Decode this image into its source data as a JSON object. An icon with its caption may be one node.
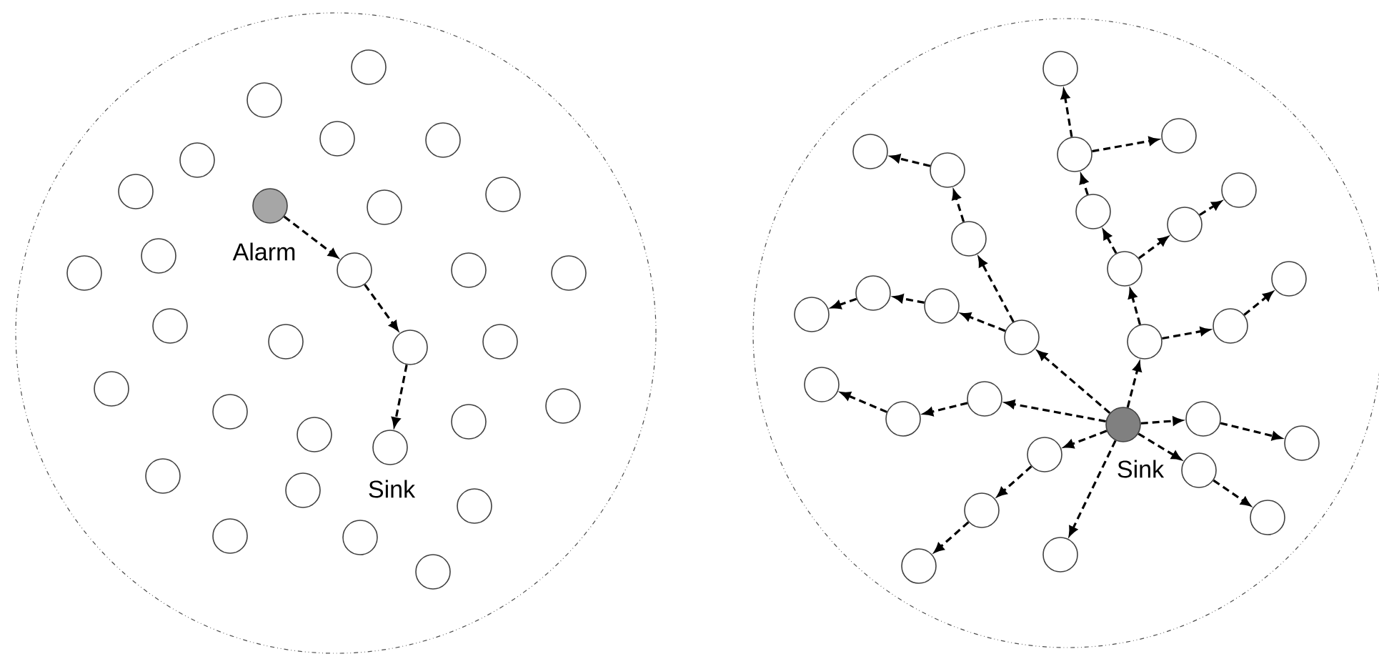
{
  "diagram": {
    "nodes": [
      {
        "text": [],
        "shape": "circle"
      },
      {
        "text": [],
        "shape": "circle",
        "in": 0
      },
      {
        "text": [],
        "shape": "circle",
        "in": 0
      },
      {
        "text": [],
        "shape": "circle",
        "in": 0
      },
      {
        "text": [],
        "shape": "circle",
        "in": 0
      },
      {
        "text": [],
        "shape": "circle",
        "in": 0
      },
      {
        "text": [],
        "shape": "circle",
        "in": 0
      },
      {
        "text": [],
        "shape": "circle",
        "in": 0,
        "beside": [
          "Alarm"
        ]
      },
      {
        "text": [],
        "shape": "circle",
        "in": 0
      },
      {
        "text": [],
        "shape": "circle",
        "in": 0
      },
      {
        "text": [],
        "shape": "circle",
        "in": 0
      },
      {
        "text": [],
        "shape": "circle",
        "in": 0
      },
      {
        "text": [],
        "shape": "circle",
        "in": 0
      },
      {
        "text": [],
        "shape": "circle",
        "in": 0
      },
      {
        "text": [],
        "shape": "circle",
        "in": 0
      },
      {
        "text": [],
        "shape": "circle",
        "in": 0
      },
      {
        "text": [],
        "shape": "circle",
        "in": 0
      },
      {
        "text": [],
        "shape": "circle",
        "in": 0
      },
      {
        "text": [],
        "shape": "circle",
        "in": 0
      },
      {
        "text": [],
        "shape": "circle",
        "in": 0
      },
      {
        "text": [],
        "shape": "circle",
        "in": 0
      },
      {
        "text": [],
        "shape": "circle",
        "in": 0
      },
      {
        "text": [],
        "shape": "circle",
        "in": 0
      },
      {
        "text": [],
        "shape": "circle",
        "in": 0
      },
      {
        "text": [],
        "shape": "circle",
        "in": 0,
        "beside": [
          "Sink"
        ]
      },
      {
        "text": [],
        "shape": "circle",
        "in": 0
      },
      {
        "text": [],
        "shape": "circle",
        "in": 0
      },
      {
        "text": [],
        "shape": "circle",
        "in": 0
      },
      {
        "text": [],
        "shape": "circle",
        "in": 0
      },
      {
        "text": [],
        "shape": "circle",
        "in": 0
      },
      {
        "text": [],
        "shape": "circle",
        "in": 0
      },
      {
        "text": [],
        "shape": "circle"
      },
      {
        "text": [],
        "shape": "circle",
        "in": 31,
        "beside": [
          "Sink"
        ]
      },
      {
        "text": [],
        "shape": "circle",
        "in": 31
      },
      {
        "text": [],
        "shape": "circle",
        "in": 31
      },
      {
        "text": [],
        "shape": "circle",
        "in": 31
      },
      {
        "text": [],
        "shape": "circle",
        "in": 31
      },
      {
        "text": [],
        "shape": "circle",
        "in": 31
      },
      {
        "text": [],
        "shape": "circle",
        "in": 31
      },
      {
        "text": [],
        "shape": "circle",
        "in": 31
      },
      {
        "text": [],
        "shape": "circle",
        "in": 31
      },
      {
        "text": [],
        "shape": "circle",
        "in": 31
      },
      {
        "text": [],
        "shape": "circle",
        "in": 31
      },
      {
        "text": [],
        "shape": "circle",
        "in": 31
      },
      {
        "text": [],
        "shape": "circle",
        "in": 31
      },
      {
        "text": [],
        "shape": "circle",
        "in": 31
      },
      {
        "text": [],
        "shape": "circle",
        "in": 31
      },
      {
        "text": [],
        "shape": "circle",
        "in": 31
      },
      {
        "text": [],
        "shape": "circle",
        "in": 31
      },
      {
        "text": [],
        "shape": "circle",
        "in": 31
      },
      {
        "text": [],
        "shape": "circle",
        "in": 31
      },
      {
        "text": [],
        "shape": "circle",
        "in": 31
      },
      {
        "text": [],
        "shape": "circle",
        "in": 31
      },
      {
        "text": [],
        "shape": "circle",
        "in": 31
      },
      {
        "text": [],
        "shape": "circle",
        "in": 31
      },
      {
        "text": [],
        "shape": "circle",
        "in": 31
      },
      {
        "text": [],
        "shape": "circle",
        "in": 31
      },
      {
        "text": [],
        "shape": "circle",
        "in": 31
      },
      {
        "text": [],
        "shape": "circle",
        "in": 31
      },
      {
        "text": [],
        "shape": "circle",
        "in": 31
      },
      {
        "text": [],
        "shape": "circle",
        "in": 31
      }
    ],
    "edges": [
      {
        "from": 7,
        "to": 12,
        "arrow": "to"
      },
      {
        "from": 12,
        "to": 17,
        "arrow": "to"
      },
      {
        "from": 17,
        "to": 24,
        "arrow": "to"
      },
      {
        "from": 32,
        "to": 47,
        "arrow": "to"
      },
      {
        "from": 47,
        "to": 45,
        "arrow": "to"
      },
      {
        "from": 47,
        "to": 41,
        "arrow": "to"
      },
      {
        "from": 41,
        "to": 37,
        "arrow": "to"
      },
      {
        "from": 37,
        "to": 35,
        "arrow": "to"
      },
      {
        "from": 45,
        "to": 44,
        "arrow": "to"
      },
      {
        "from": 44,
        "to": 46,
        "arrow": "to"
      },
      {
        "from": 32,
        "to": 51,
        "arrow": "to"
      },
      {
        "from": 51,
        "to": 52,
        "arrow": "to"
      },
      {
        "from": 52,
        "to": 50,
        "arrow": "to"
      },
      {
        "from": 32,
        "to": 48,
        "arrow": "to"
      },
      {
        "from": 48,
        "to": 42,
        "arrow": "to"
      },
      {
        "from": 42,
        "to": 39,
        "arrow": "to"
      },
      {
        "from": 39,
        "to": 36,
        "arrow": "to"
      },
      {
        "from": 36,
        "to": 33,
        "arrow": "to"
      },
      {
        "from": 36,
        "to": 34,
        "arrow": "to"
      },
      {
        "from": 42,
        "to": 40,
        "arrow": "to"
      },
      {
        "from": 40,
        "to": 38,
        "arrow": "to"
      },
      {
        "from": 48,
        "to": 49,
        "arrow": "to"
      },
      {
        "from": 49,
        "to": 43,
        "arrow": "to"
      },
      {
        "from": 32,
        "to": 53,
        "arrow": "to"
      },
      {
        "from": 53,
        "to": 54,
        "arrow": "to"
      },
      {
        "from": 32,
        "to": 56,
        "arrow": "to"
      },
      {
        "from": 56,
        "to": 58,
        "arrow": "to"
      },
      {
        "from": 32,
        "to": 55,
        "arrow": "to"
      },
      {
        "from": 55,
        "to": 57,
        "arrow": "to"
      },
      {
        "from": 57,
        "to": 60,
        "arrow": "to"
      },
      {
        "from": 32,
        "to": 59,
        "arrow": "to"
      }
    ]
  }
}
